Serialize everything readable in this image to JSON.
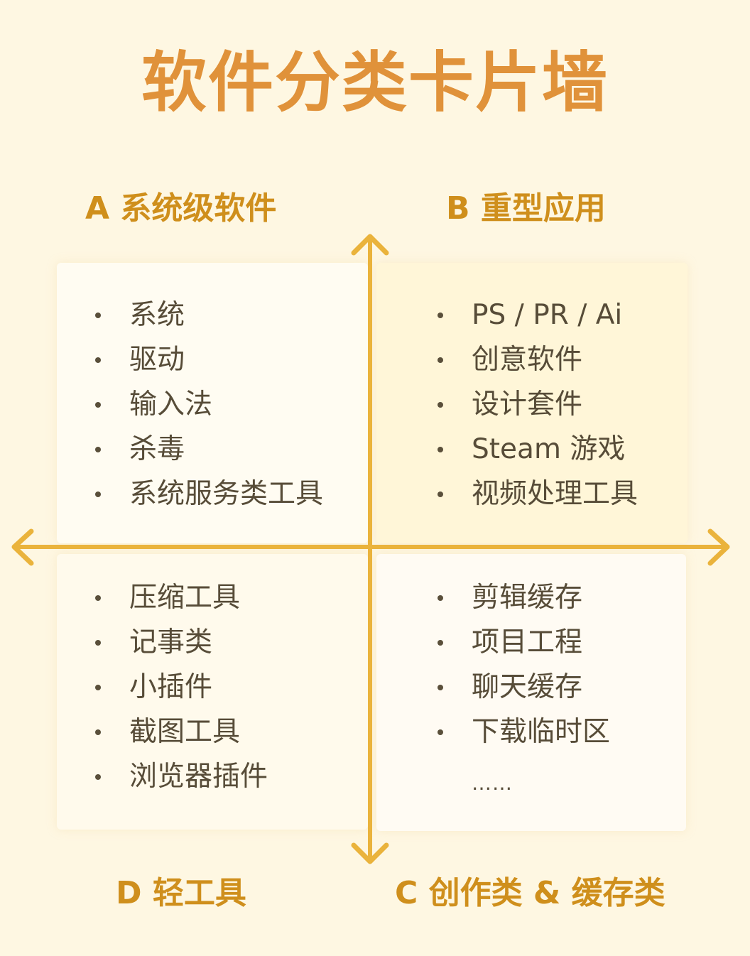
{
  "title": "软件分类卡片墙",
  "colors": {
    "background": "#fef7e2",
    "title": "#e0923a",
    "quadrant_label": "#cf8f1c",
    "axis": "#eab33c",
    "item_text": "#574c38",
    "card_a": "#fffcf2",
    "card_b": "#fff6d8",
    "card_c": "#fffbf3",
    "card_d": "#fffaec"
  },
  "quadrants": {
    "a": {
      "label": "A 系统级软件",
      "items": [
        "系统",
        "驱动",
        "输入法",
        "杀毒",
        "系统服务类工具"
      ]
    },
    "b": {
      "label": "B 重型应用",
      "items": [
        "PS / PR / Ai",
        "创意软件",
        "设计套件",
        "Steam 游戏",
        "视频处理工具"
      ]
    },
    "c": {
      "label": "C 创作类 & 缓存类",
      "items": [
        "剪辑缓存",
        "项目工程",
        "聊天缓存",
        "下载临时区"
      ],
      "more": "……"
    },
    "d": {
      "label": "D 轻工具",
      "items": [
        "压缩工具",
        "记事类",
        "小插件",
        "截图工具",
        "浏览器插件"
      ]
    }
  },
  "axes": {
    "horizontal": "left-right double arrow",
    "vertical": "up-down double arrow"
  }
}
